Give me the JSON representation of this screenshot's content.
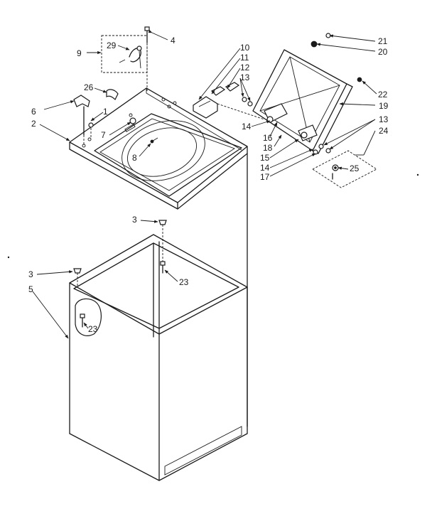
{
  "callouts": [
    "1",
    "2",
    "3",
    "3",
    "4",
    "5",
    "6",
    "7",
    "8",
    "9",
    "10",
    "11",
    "12",
    "13",
    "13",
    "14",
    "14",
    "15",
    "16",
    "17",
    "18",
    "19",
    "20",
    "21",
    "22",
    "23",
    "23",
    "24",
    "25",
    "26",
    "29"
  ]
}
